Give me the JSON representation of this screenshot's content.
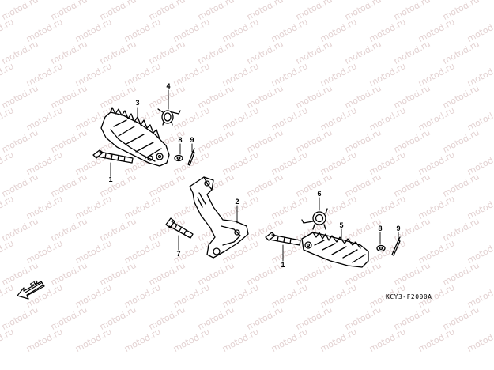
{
  "diagram": {
    "watermark": "motod.ru",
    "diagram_code": "KCY3-F2000A",
    "direction_label": "FR.",
    "callouts": {
      "c1a": "1",
      "c1b": "1",
      "c2": "2",
      "c3": "3",
      "c4": "4",
      "c5": "5",
      "c6": "6",
      "c7": "7",
      "c8a": "8",
      "c8b": "8",
      "c9a": "9",
      "c9b": "9"
    }
  }
}
